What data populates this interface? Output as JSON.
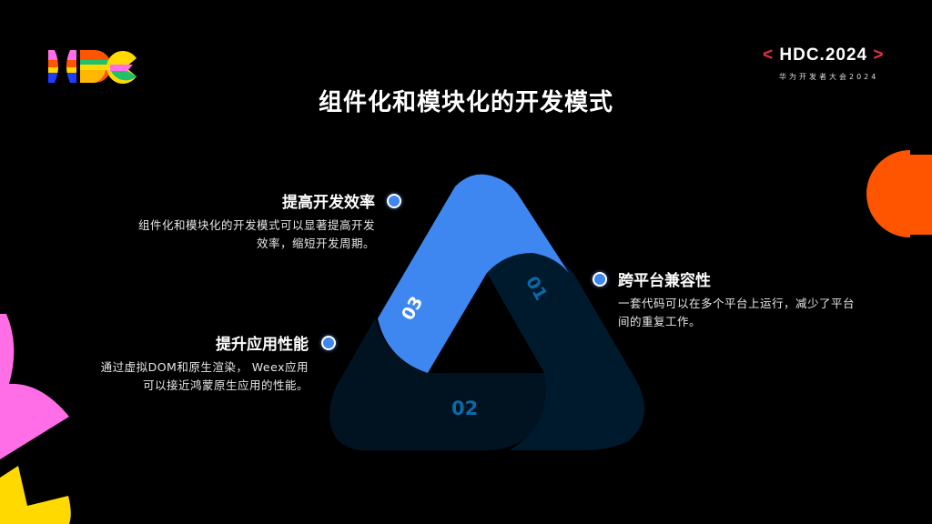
{
  "header": {
    "logo_text": "HDC",
    "event_prefix": "<",
    "event_name": "HDC.2024",
    "event_suffix": ">",
    "event_subtitle": "华为开发者大会2024"
  },
  "slide": {
    "title": "组件化和模块化的开发模式"
  },
  "diagram": {
    "segments": [
      {
        "number": "01",
        "color": "#001a2d",
        "label_color": "#0a6aa8"
      },
      {
        "number": "02",
        "color": "#011220",
        "label_color": "#0a6aa8"
      },
      {
        "number": "03",
        "color": "#3e87f0",
        "label_color": "#ffffff"
      }
    ]
  },
  "items": [
    {
      "title": "提高开发效率",
      "desc_line1": "组件化和模块化的开发模式可以显著提高开发",
      "desc_line2": "效率，缩短开发周期。"
    },
    {
      "title": "跨平台兼容性",
      "desc_line1": "一套代码可以在多个平台上运行，减少了平台",
      "desc_line2": "间的重复工作。"
    },
    {
      "title": "提升应用性能",
      "desc_line1": "通过虚拟DOM和原生渲染， Weex应用",
      "desc_line2": "可以接近鸿蒙原生应用的性能。"
    }
  ],
  "colors": {
    "accent_blue": "#3e87f0",
    "dark_navy": "#001a2d",
    "orange": "#ff5500",
    "pink": "#ff6ee6",
    "yellow": "#ffd900",
    "red_bracket": "#e8323c"
  }
}
